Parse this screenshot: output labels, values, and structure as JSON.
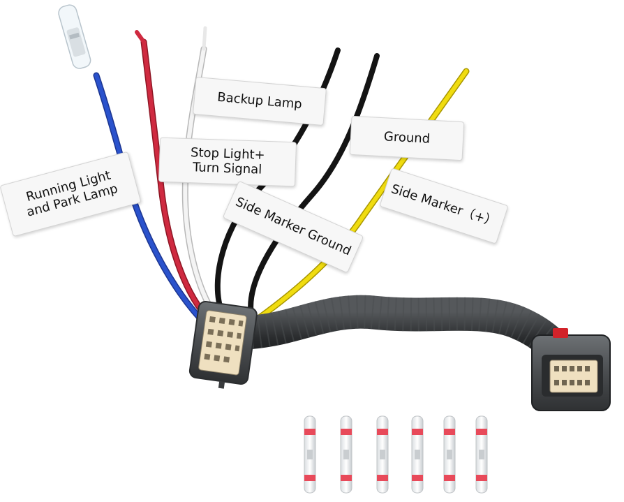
{
  "labels": {
    "running_light": "Running Light\nand Park Lamp",
    "stop_light": "Stop Light+\nTurn Signal",
    "backup_lamp": "Backup Lamp",
    "side_marker_ground": "Side Marker Ground",
    "ground": "Ground",
    "side_marker_plus": "Side Marker（+）"
  },
  "colors": {
    "blue_wire": "#2346b8",
    "red_wire": "#c8263a",
    "white_wire": "#f2f2f2",
    "black_wire": "#1c1c1c",
    "yellow_wire": "#e8d400",
    "connector": "#5a5e60",
    "pin_block": "#efe0c0",
    "latch": "#d2232a",
    "splice_red": "#e84a5a"
  },
  "splice_connector_count": 6
}
